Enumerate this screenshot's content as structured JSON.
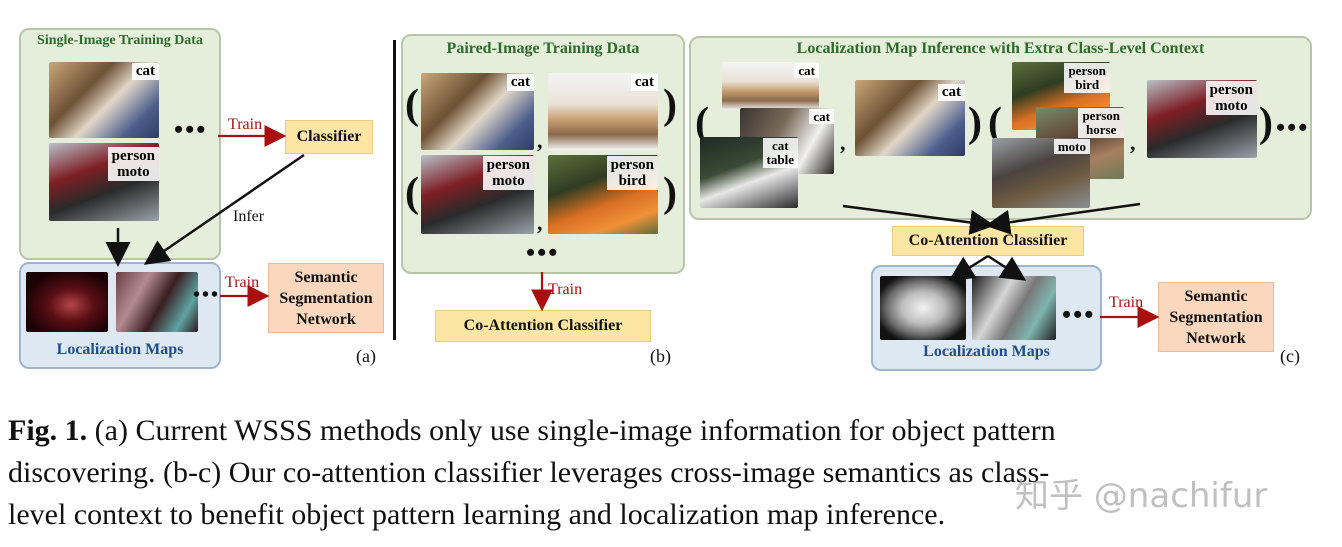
{
  "panel_a": {
    "title": "Single-Image Training Data",
    "images": [
      {
        "label": "cat"
      },
      {
        "label": "person\nmoto"
      }
    ],
    "dots": "•••",
    "train_label": "Train",
    "classifier": "Classifier",
    "infer_label": "Infer",
    "maps_title": "Localization Maps",
    "maps_dots": "•••",
    "train2_label": "Train",
    "seg_net": "Semantic\nSegmentation\nNetwork",
    "sub": "(a)"
  },
  "panel_b": {
    "title": "Paired-Image Training Data",
    "pairs": [
      {
        "left": "cat",
        "right": "cat"
      },
      {
        "left": "person\nmoto",
        "right": "person\nbird"
      }
    ],
    "dots": "•••",
    "train_label": "Train",
    "classifier": "Co-Attention Classifier",
    "sub": "(b)"
  },
  "panel_c": {
    "title": "Localization Map Inference with Extra Class-Level Context",
    "group1": [
      {
        "label": "cat"
      },
      {
        "label": "cat"
      },
      {
        "label": "cat\ntable"
      }
    ],
    "query1": {
      "label": "cat"
    },
    "group2": [
      {
        "label": "person\nbird"
      },
      {
        "label": "person\nhorse"
      },
      {
        "label": "moto"
      }
    ],
    "query2": {
      "label": "person\nmoto"
    },
    "dots": "•••",
    "classifier": "Co-Attention Classifier",
    "maps_title": "Localization Maps",
    "maps_dots": "•••",
    "train_label": "Train",
    "seg_net": "Semantic\nSegmentation\nNetwork",
    "sub": "(c)"
  },
  "caption": {
    "fig": "Fig. 1.",
    "line1": "(a) Current WSSS methods only use single-image information for object pattern",
    "line2": "discovering. (b-c) Our co-attention classifier leverages cross-image semantics as class-",
    "line3": "level context to benefit object pattern learning and localization map inference."
  },
  "watermark": "知乎 @nachifur",
  "colors": {
    "green_panel": "#e4eedb",
    "blue_panel": "#dde8f3",
    "yellow_box": "#fde6a3",
    "orange_box": "#fbd7bd",
    "arrow_red": "#a81010"
  }
}
